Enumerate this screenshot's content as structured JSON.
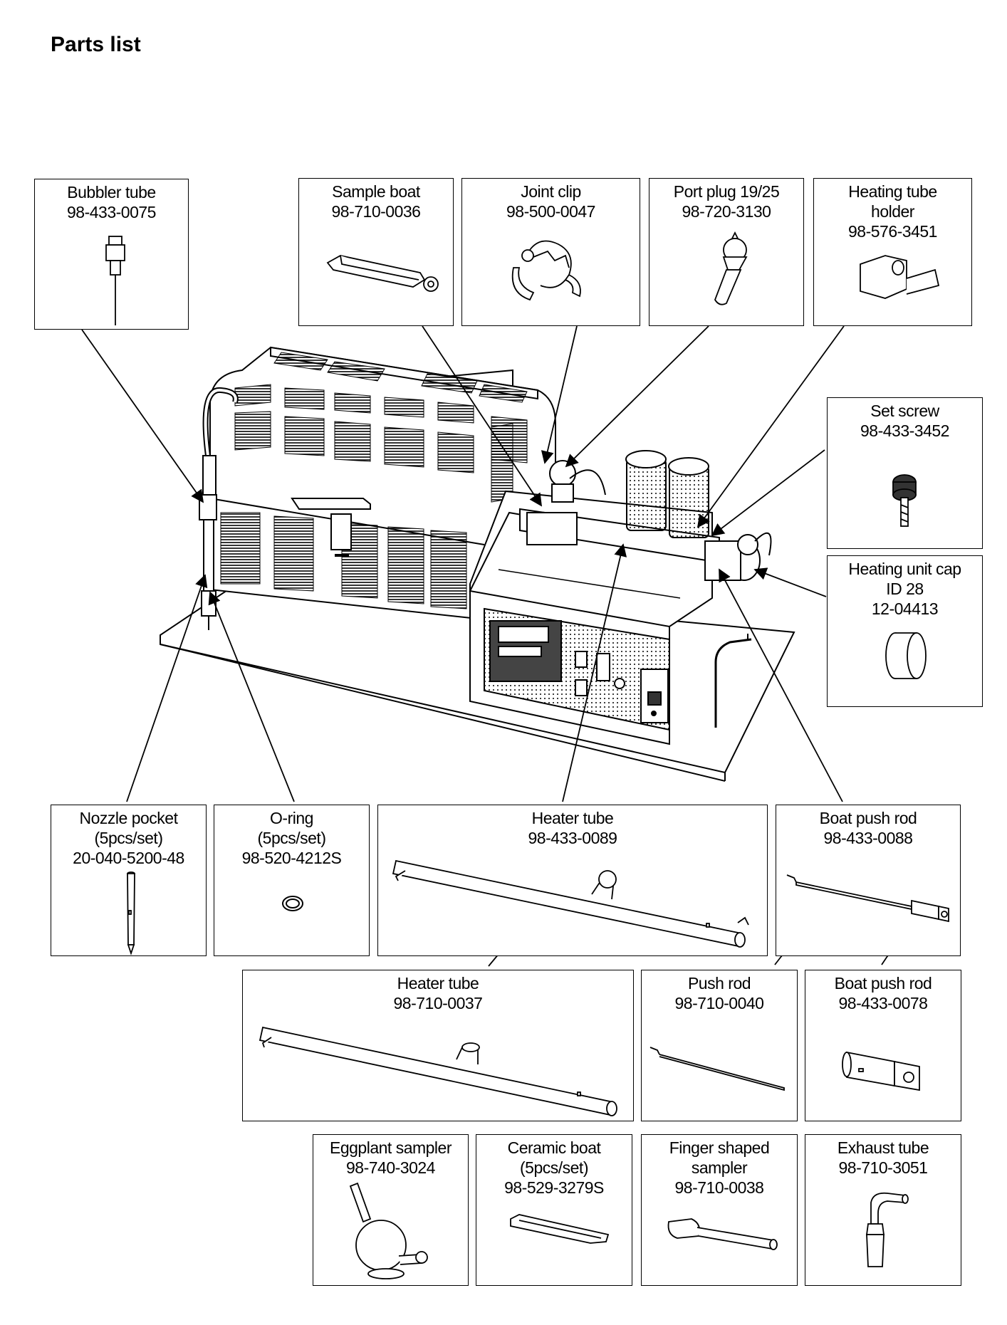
{
  "page_title": "Parts list",
  "parts": [
    {
      "name": "Bubbler tube",
      "number": "98-433-0075"
    },
    {
      "name": "Sample boat",
      "number": "98-710-0036"
    },
    {
      "name": "Joint clip",
      "number": "98-500-0047"
    },
    {
      "name": "Port plug 19/25",
      "number": "98-720-3130"
    },
    {
      "name": "Heating tube",
      "name2": "holder",
      "number": "98-576-3451"
    },
    {
      "name": "Set screw",
      "number": "98-433-3452"
    },
    {
      "name": "Heating unit cap",
      "name2": "ID 28",
      "number": "12-04413"
    },
    {
      "name": "Nozzle pocket",
      "name2": "(5pcs/set)",
      "number": "20-040-5200-48"
    },
    {
      "name": "O-ring",
      "name2": "(5pcs/set)",
      "number": "98-520-4212S"
    },
    {
      "name": "Heater tube",
      "number": "98-433-0089"
    },
    {
      "name": "Boat push rod",
      "number": "98-433-0088"
    },
    {
      "name": "Heater tube",
      "number": "98-710-0037"
    },
    {
      "name": "Push rod",
      "number": "98-710-0040"
    },
    {
      "name": "Boat push rod",
      "number": "98-433-0078"
    },
    {
      "name": "Eggplant sampler",
      "number": "98-740-3024"
    },
    {
      "name": "Ceramic boat",
      "name2": "(5pcs/set)",
      "number": "98-529-3279S"
    },
    {
      "name": "Finger shaped",
      "name2": "sampler",
      "number": "98-710-0038"
    },
    {
      "name": "Exhaust tube",
      "number": "98-710-3051"
    }
  ]
}
